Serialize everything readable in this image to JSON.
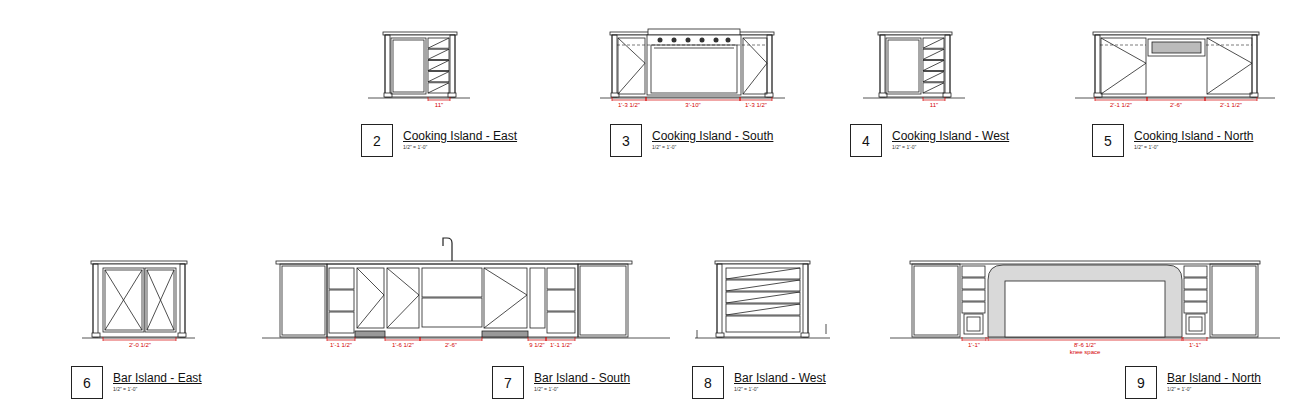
{
  "diagram": {
    "nodes": [
      {
        "text": [
          "2",
          "Cooking Island - East",
          "1/2\" = 1'-0\""
        ]
      },
      {
        "text": [
          "3",
          "Cooking Island - South",
          "1/2\" = 1'-0\""
        ]
      },
      {
        "text": [
          "4",
          "Cooking Island - West",
          "1/2\" = 1'-0\""
        ]
      },
      {
        "text": [
          "5",
          "Cooking Island - North",
          "1/2\" = 1'-0\""
        ]
      },
      {
        "text": [
          "6",
          "Bar Island - East",
          "1/2\" = 1'-0\""
        ]
      },
      {
        "text": [
          "7",
          "Bar Island - South",
          "1/2\" = 1'-0\""
        ]
      },
      {
        "text": [
          "8",
          "Bar Island - West",
          "1/2\" = 1'-0\""
        ]
      },
      {
        "text": [
          "9",
          "Bar Island - North",
          "1/2\" = 1'-0\""
        ]
      }
    ],
    "labels": [
      "11\"",
      "1'-3 1/2\"",
      "3'-10\"",
      "1'-3 1/2\"",
      "11\"",
      "2'-1 1/2\"",
      "2'-6\"",
      "2'-1 1/2\"",
      "2'-0 1/2\"",
      "1'-1 1/2\"",
      "1'-6 1/2\"",
      "2'-6\"",
      "9 1/2\"",
      "1'-1 1/2\"",
      "1'-1\"",
      "8'-6 1/2\"",
      "knee space",
      "1'-1\""
    ]
  }
}
